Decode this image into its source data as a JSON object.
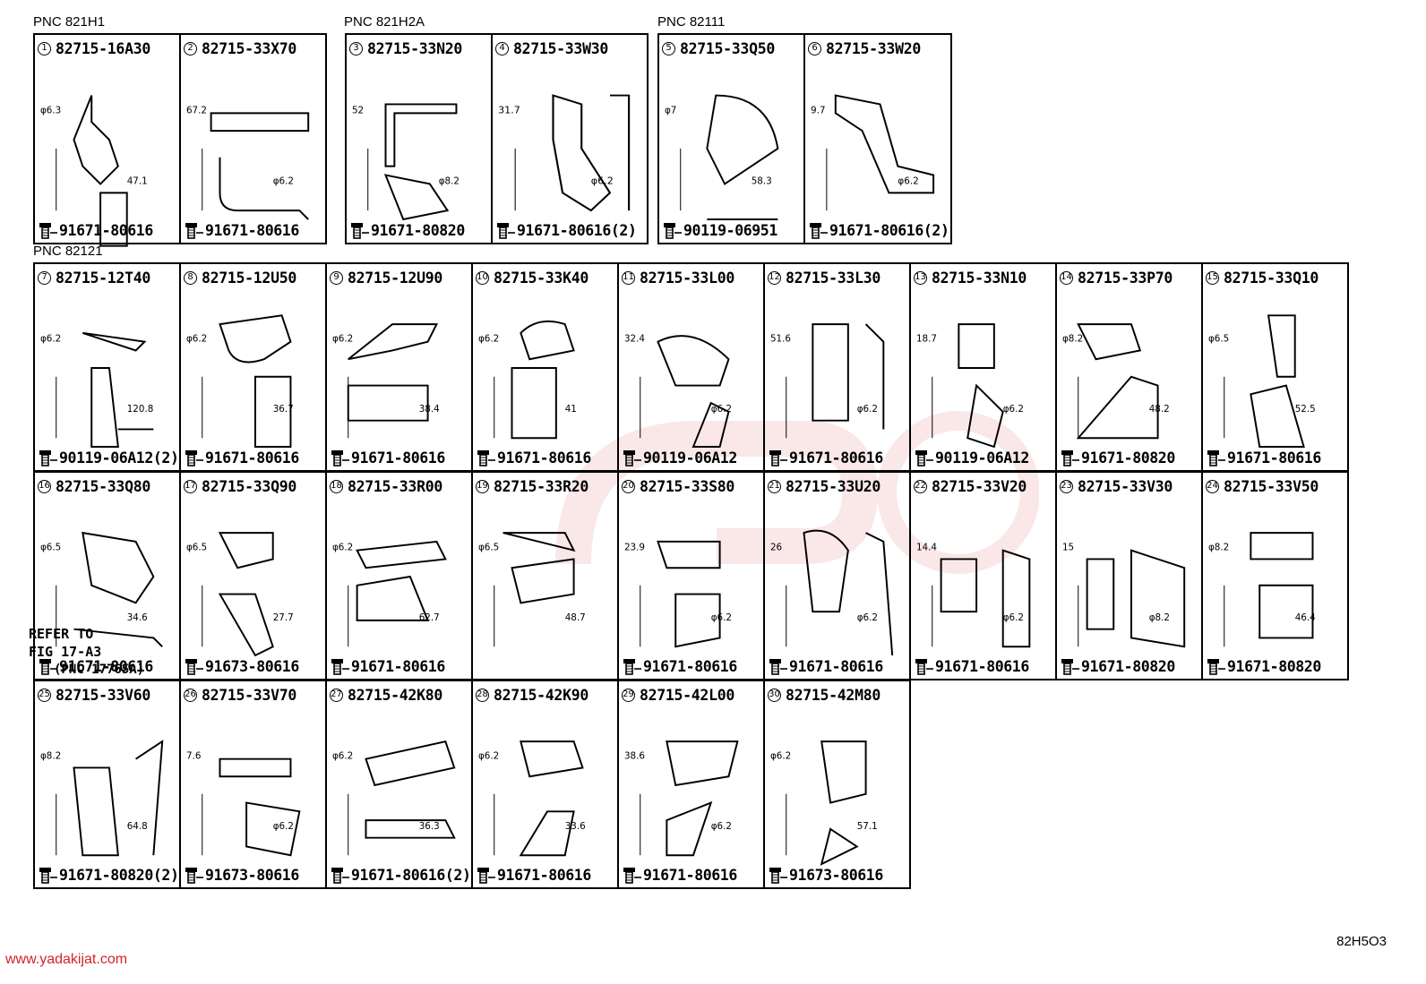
{
  "pnc_labels": [
    "PNC 821H1",
    "PNC 821H2A",
    "PNC 82111",
    "PNC 82121"
  ],
  "cells": [
    {
      "num": "1",
      "part": "82715-16A30",
      "bolt": "91671-80616",
      "dims": [
        "φ6.3",
        "47.1"
      ]
    },
    {
      "num": "2",
      "part": "82715-33X70",
      "bolt": "91671-80616",
      "dims": [
        "67.2",
        "φ6.2"
      ]
    },
    {
      "num": "3",
      "part": "82715-33N20",
      "bolt": "91671-80820",
      "dims": [
        "52",
        "φ8.2"
      ]
    },
    {
      "num": "4",
      "part": "82715-33W30",
      "bolt": "91671-80616(2)",
      "dims": [
        "31.7",
        "φ6.2"
      ]
    },
    {
      "num": "5",
      "part": "82715-33Q50",
      "bolt": "90119-06951",
      "dims": [
        "φ7",
        "58.3"
      ]
    },
    {
      "num": "6",
      "part": "82715-33W20",
      "bolt": "91671-80616(2)",
      "dims": [
        "9.7",
        "φ6.2"
      ]
    },
    {
      "num": "7",
      "part": "82715-12T40",
      "bolt": "90119-06A12(2)",
      "dims": [
        "φ6.2",
        "120.8"
      ]
    },
    {
      "num": "8",
      "part": "82715-12U50",
      "bolt": "91671-80616",
      "dims": [
        "φ6.2",
        "36.7"
      ]
    },
    {
      "num": "9",
      "part": "82715-12U90",
      "bolt": "91671-80616",
      "dims": [
        "φ6.2",
        "38.4"
      ]
    },
    {
      "num": "10",
      "part": "82715-33K40",
      "bolt": "91671-80616",
      "dims": [
        "φ6.2",
        "41"
      ]
    },
    {
      "num": "11",
      "part": "82715-33L00",
      "bolt": "90119-06A12",
      "dims": [
        "32.4",
        "φ6.2"
      ]
    },
    {
      "num": "12",
      "part": "82715-33L30",
      "bolt": "91671-80616",
      "dims": [
        "51.6",
        "φ6.2"
      ]
    },
    {
      "num": "13",
      "part": "82715-33N10",
      "bolt": "90119-06A12",
      "dims": [
        "18.7",
        "φ6.2"
      ]
    },
    {
      "num": "14",
      "part": "82715-33P70",
      "bolt": "91671-80820",
      "dims": [
        "φ8.2",
        "48.2"
      ]
    },
    {
      "num": "15",
      "part": "82715-33Q10",
      "bolt": "91671-80616",
      "dims": [
        "φ6.5",
        "52.5"
      ]
    },
    {
      "num": "16",
      "part": "82715-33Q80",
      "bolt": "91671-80616",
      "dims": [
        "φ6.5",
        "34.6"
      ]
    },
    {
      "num": "17",
      "part": "82715-33Q90",
      "bolt": "91673-80616",
      "dims": [
        "φ6.5",
        "27.7"
      ]
    },
    {
      "num": "18",
      "part": "82715-33R00",
      "bolt": "91671-80616",
      "dims": [
        "φ6.2",
        "62.7"
      ]
    },
    {
      "num": "19",
      "part": "82715-33R20",
      "bolt": "",
      "dims": [
        "φ6.5",
        "48.7"
      ]
    },
    {
      "num": "20",
      "part": "82715-33S80",
      "bolt": "91671-80616",
      "dims": [
        "23.9",
        "φ6.2"
      ]
    },
    {
      "num": "21",
      "part": "82715-33U20",
      "bolt": "91671-80616",
      "dims": [
        "26",
        "φ6.2"
      ]
    },
    {
      "num": "22",
      "part": "82715-33V20",
      "bolt": "91671-80616",
      "dims": [
        "14.4",
        "φ6.2"
      ]
    },
    {
      "num": "23",
      "part": "82715-33V30",
      "bolt": "91671-80820",
      "dims": [
        "15",
        "φ8.2"
      ]
    },
    {
      "num": "24",
      "part": "82715-33V50",
      "bolt": "91671-80820",
      "dims": [
        "φ8.2",
        "46.4"
      ]
    },
    {
      "num": "25",
      "part": "82715-33V60",
      "bolt": "91671-80820(2)",
      "dims": [
        "φ8.2",
        "64.8"
      ]
    },
    {
      "num": "26",
      "part": "82715-33V70",
      "bolt": "91673-80616",
      "dims": [
        "7.6",
        "φ6.2"
      ]
    },
    {
      "num": "27",
      "part": "82715-42K80",
      "bolt": "91671-80616(2)",
      "dims": [
        "φ6.2",
        "36.3"
      ]
    },
    {
      "num": "28",
      "part": "82715-42K90",
      "bolt": "91671-80616",
      "dims": [
        "φ6.2",
        "33.6"
      ]
    },
    {
      "num": "29",
      "part": "82715-42L00",
      "bolt": "91671-80616",
      "dims": [
        "38.6",
        "φ6.2"
      ]
    },
    {
      "num": "30",
      "part": "82715-42M80",
      "bolt": "91673-80616",
      "dims": [
        "φ6.2",
        "57.1"
      ]
    }
  ],
  "refer_note": [
    "REFER TO",
    "FIG 17-A3",
    "(PNC 17765A)"
  ],
  "watermark_text": "www.yadakijat.com",
  "doc_code": "82H5O3",
  "colors": {
    "line": "#000000",
    "watermark": "#d3232a"
  }
}
